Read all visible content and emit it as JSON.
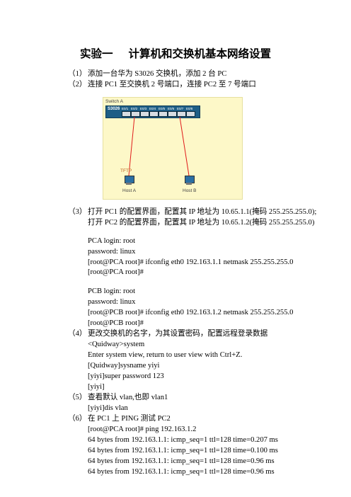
{
  "title": {
    "part1": "实验一",
    "part2": "计算机和交换机基本网络设置"
  },
  "steps": {
    "s1": {
      "num": "（1）",
      "text": "添加一台华为 S3026 交换机，添加 2 台 PC"
    },
    "s2": {
      "num": "（2）",
      "text": "连接 PC1 至交换机 2 号端口，连接 PC2 至 7 号端口"
    },
    "s3": {
      "num": "（3）",
      "line1": "打开 PC1 的配置界面，配置其 IP 地址为 10.65.1.1(掩码 255.255.255.0);",
      "line2": "打开 PC2 的配置界面，配置其 IP 地址为 10.65.1.2(掩码 255.255.255.0)"
    },
    "s4": {
      "num": "（4）",
      "text": "更改交换机的名字，为其设置密码，配置远程登录数据"
    },
    "s5": {
      "num": "（5）",
      "text": "查看默认 vlan,也即 vlan1"
    },
    "s6": {
      "num": "（6）",
      "text": "在 PC1 上 PING 测试 PC2"
    }
  },
  "figure": {
    "switch_label": "Switch A",
    "switch_model": "S3026",
    "ports": [
      "E0/1",
      "E0/2",
      "E0/3",
      "E0/4",
      "E0/5",
      "E0/6",
      "E0/7",
      "E0/8"
    ],
    "host_a_label": "Host A",
    "host_b_label": "Host B",
    "tftp_label": "TFTP",
    "link_color": "#e01b1b"
  },
  "console": {
    "pca": [
      "PCA login: root",
      "password: linux",
      "[root@PCA root]# ifconfig eth0 192.163.1.1 netmask 255.255.255.0",
      "[root@PCA root]#"
    ],
    "pcb": [
      "PCB login: root",
      "password: linux",
      "[root@PCB root]# ifconfig eth0 192.163.1.2 netmask 255.255.255.0",
      "[root@PCB root]#"
    ],
    "switch": [
      "<Quidway>system",
      "Enter system view, return to user view with Ctrl+Z.",
      "[Quidway]sysname yiyi",
      "[yiyi]super password 123",
      "[yiyi]"
    ],
    "vlan": [
      "[yiyi]dis vlan"
    ],
    "ping": [
      "[root@PCA root]# ping 192.163.1.2",
      "64 bytes from 192.163.1.1: icmp_seq=1 ttl=128 time=0.207 ms",
      "64 bytes from 192.163.1.1: icmp_seq=1 ttl=128 time=0.100 ms",
      "64 bytes from 192.163.1.1: icmp_seq=1 ttl=128 time=0.96 ms",
      "64 bytes from 192.163.1.1: icmp_seq=1 ttl=128 time=0.96 ms"
    ]
  }
}
